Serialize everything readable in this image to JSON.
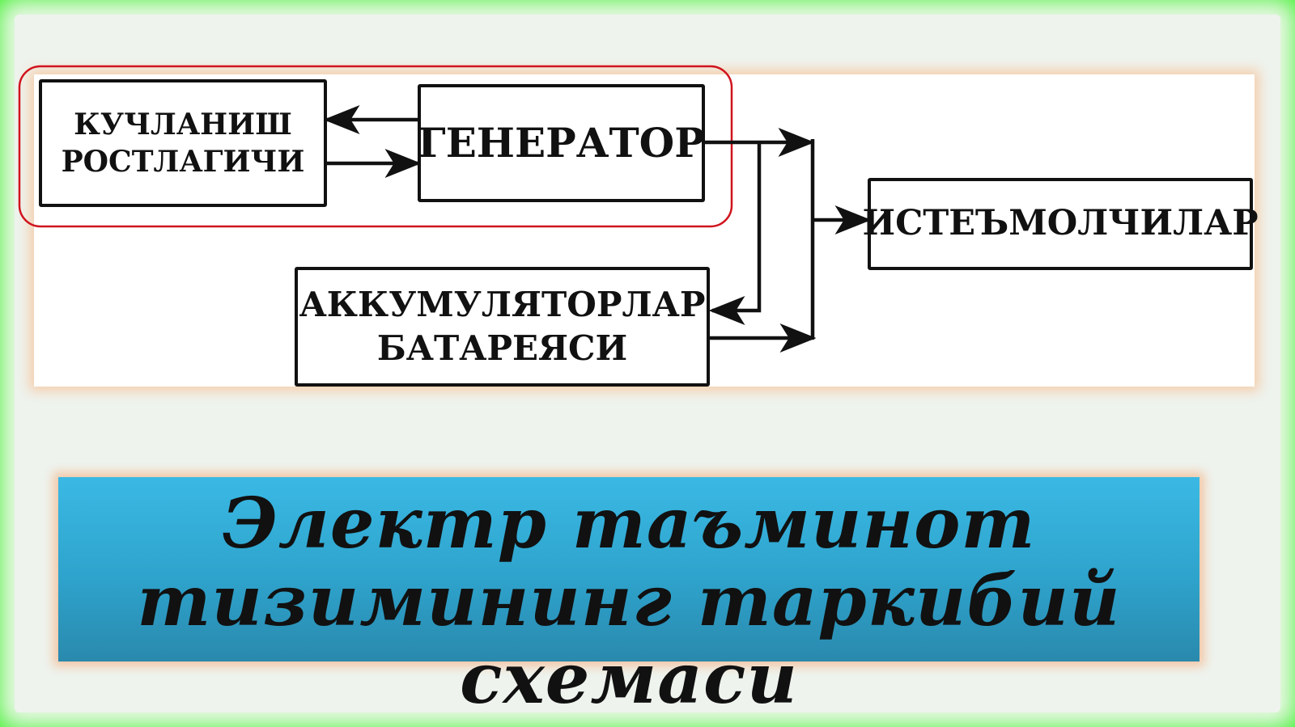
{
  "diagram": {
    "regulator_label_line1": "КУЧЛАНИШ",
    "regulator_label_line2": "РОСТЛАГИЧИ",
    "generator_label": "ГЕНЕРАТОР",
    "consumers_label": "ИСТЕЪМОЛЧИЛАР",
    "battery_label_line1": "АККУМУЛЯТОРЛАР",
    "battery_label_line2": "БАТАРЕЯСИ"
  },
  "title": {
    "line1": "Электр таъминот",
    "line2": "тизимининг таркибий",
    "line3": "схемаси"
  },
  "colors": {
    "outer_border": "#4cf03c",
    "highlight_outline": "#d0141e",
    "banner": "#2ea3cc"
  }
}
